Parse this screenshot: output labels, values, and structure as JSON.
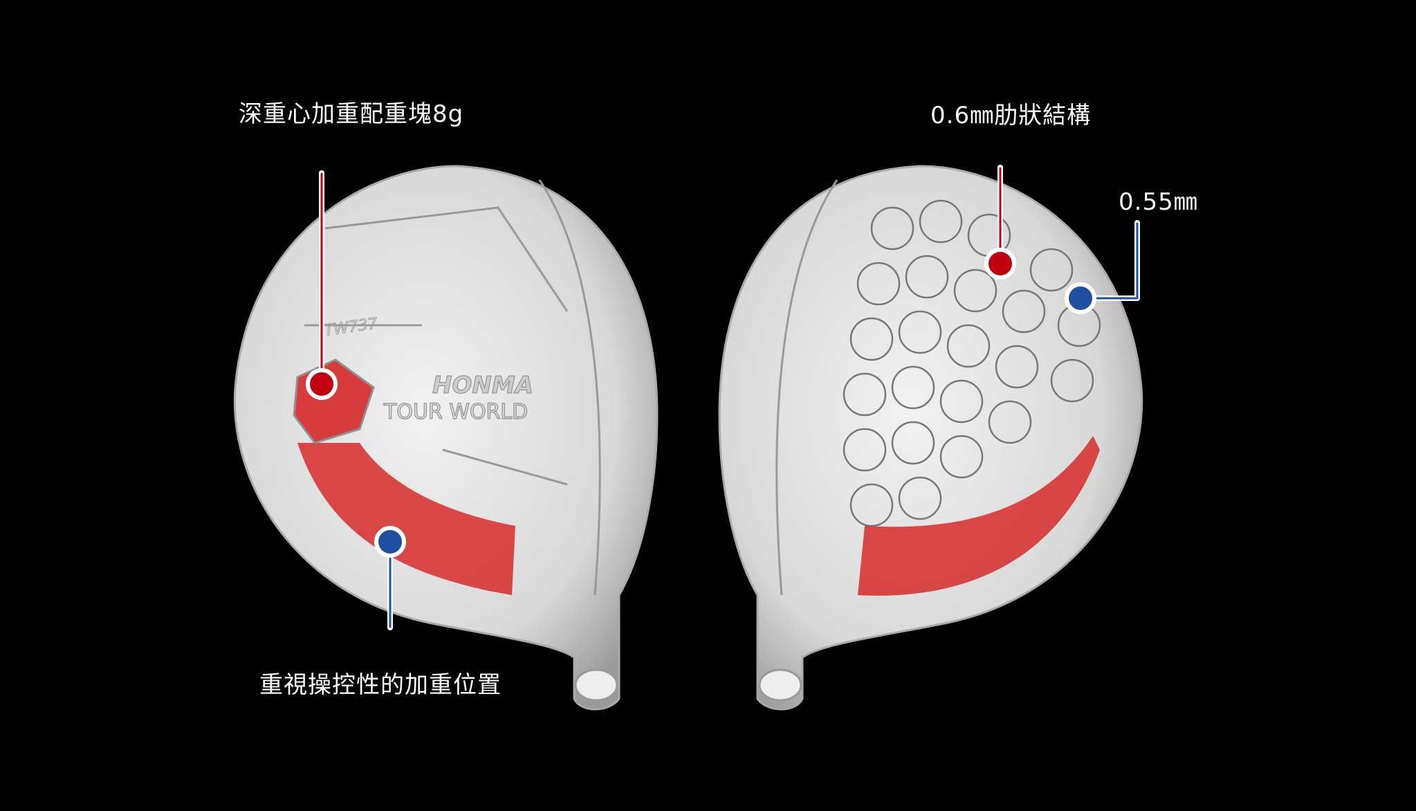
{
  "labels": {
    "weight_8g": "深重心加重配重塊8g",
    "control_weight_position": "重視操控性的加重位置",
    "rib_structure": "0.6㎜肋狀結構",
    "thickness": "0.55㎜"
  },
  "logo": {
    "brand": "HONMA",
    "line": "TOUR WORLD",
    "model": "TW737"
  },
  "colors": {
    "background": "#000000",
    "red_marker": "#c00010",
    "blue_marker": "#1f4fa0",
    "red_weight": "#d62a2a"
  }
}
